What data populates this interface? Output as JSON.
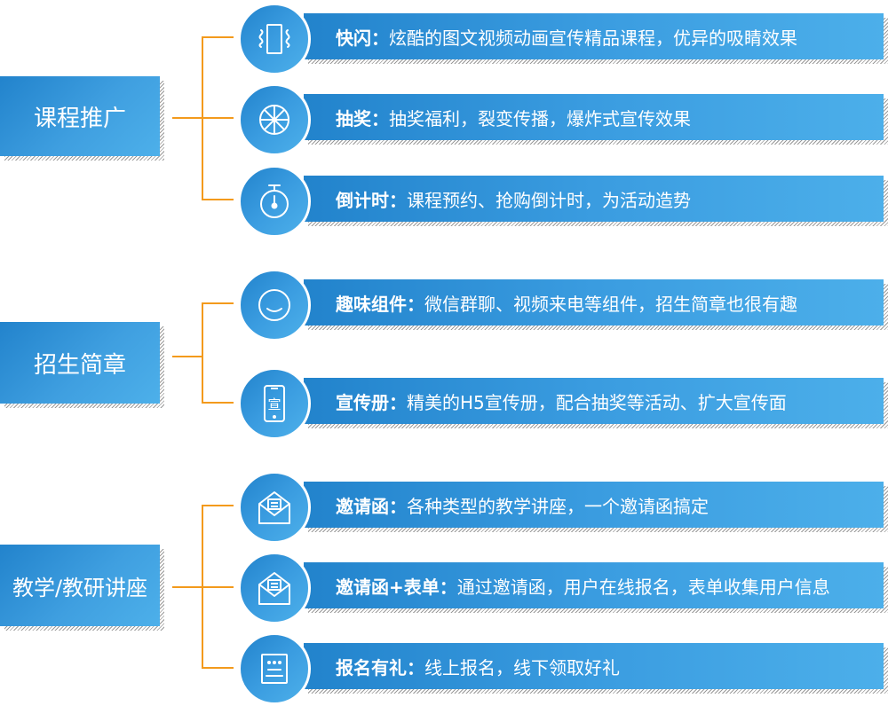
{
  "colors": {
    "primary_dark": "#2283cc",
    "primary_light": "#4db0ea",
    "connector": "#f39a1c",
    "text": "#ffffff"
  },
  "sections": [
    {
      "category": "课程推广",
      "items": [
        {
          "icon": "vibrating-phone-icon",
          "title": "快闪",
          "separator": "：",
          "desc": "炫酷的图文视频动画宣传精品课程，优异的吸睛效果"
        },
        {
          "icon": "lottery-wheel-icon",
          "title": "抽奖",
          "separator": "：",
          "desc": "抽奖福利，裂变传播，爆炸式宣传效果"
        },
        {
          "icon": "stopwatch-icon",
          "title": "倒计时",
          "separator": "：",
          "desc": "课程预约、抢购倒计时，为活动造势"
        }
      ]
    },
    {
      "category": "招生简章",
      "items": [
        {
          "icon": "smile-icon",
          "title": "趣味组件",
          "separator": "：",
          "desc": "微信群聊、视频来电等组件，招生简章也很有趣"
        },
        {
          "icon": "brochure-phone-icon",
          "icon_char": "宣",
          "title": "宣传册",
          "separator": "：",
          "desc": "精美的H5宣传册，配合抽奖等活动、扩大宣传面"
        }
      ]
    },
    {
      "category": "教学/教研讲座",
      "items": [
        {
          "icon": "invitation-envelope-icon",
          "title": "邀请函",
          "separator": "：",
          "desc": "各种类型的教学讲座，一个邀请函搞定"
        },
        {
          "icon": "invitation-envelope-icon",
          "title": "邀请函+表单",
          "separator": "：",
          "desc": "通过邀请函，用户在线报名，表单收集用户信息"
        },
        {
          "icon": "form-icon",
          "title": "报名有礼",
          "separator": "：",
          "desc": "线上报名，线下领取好礼"
        }
      ]
    }
  ]
}
